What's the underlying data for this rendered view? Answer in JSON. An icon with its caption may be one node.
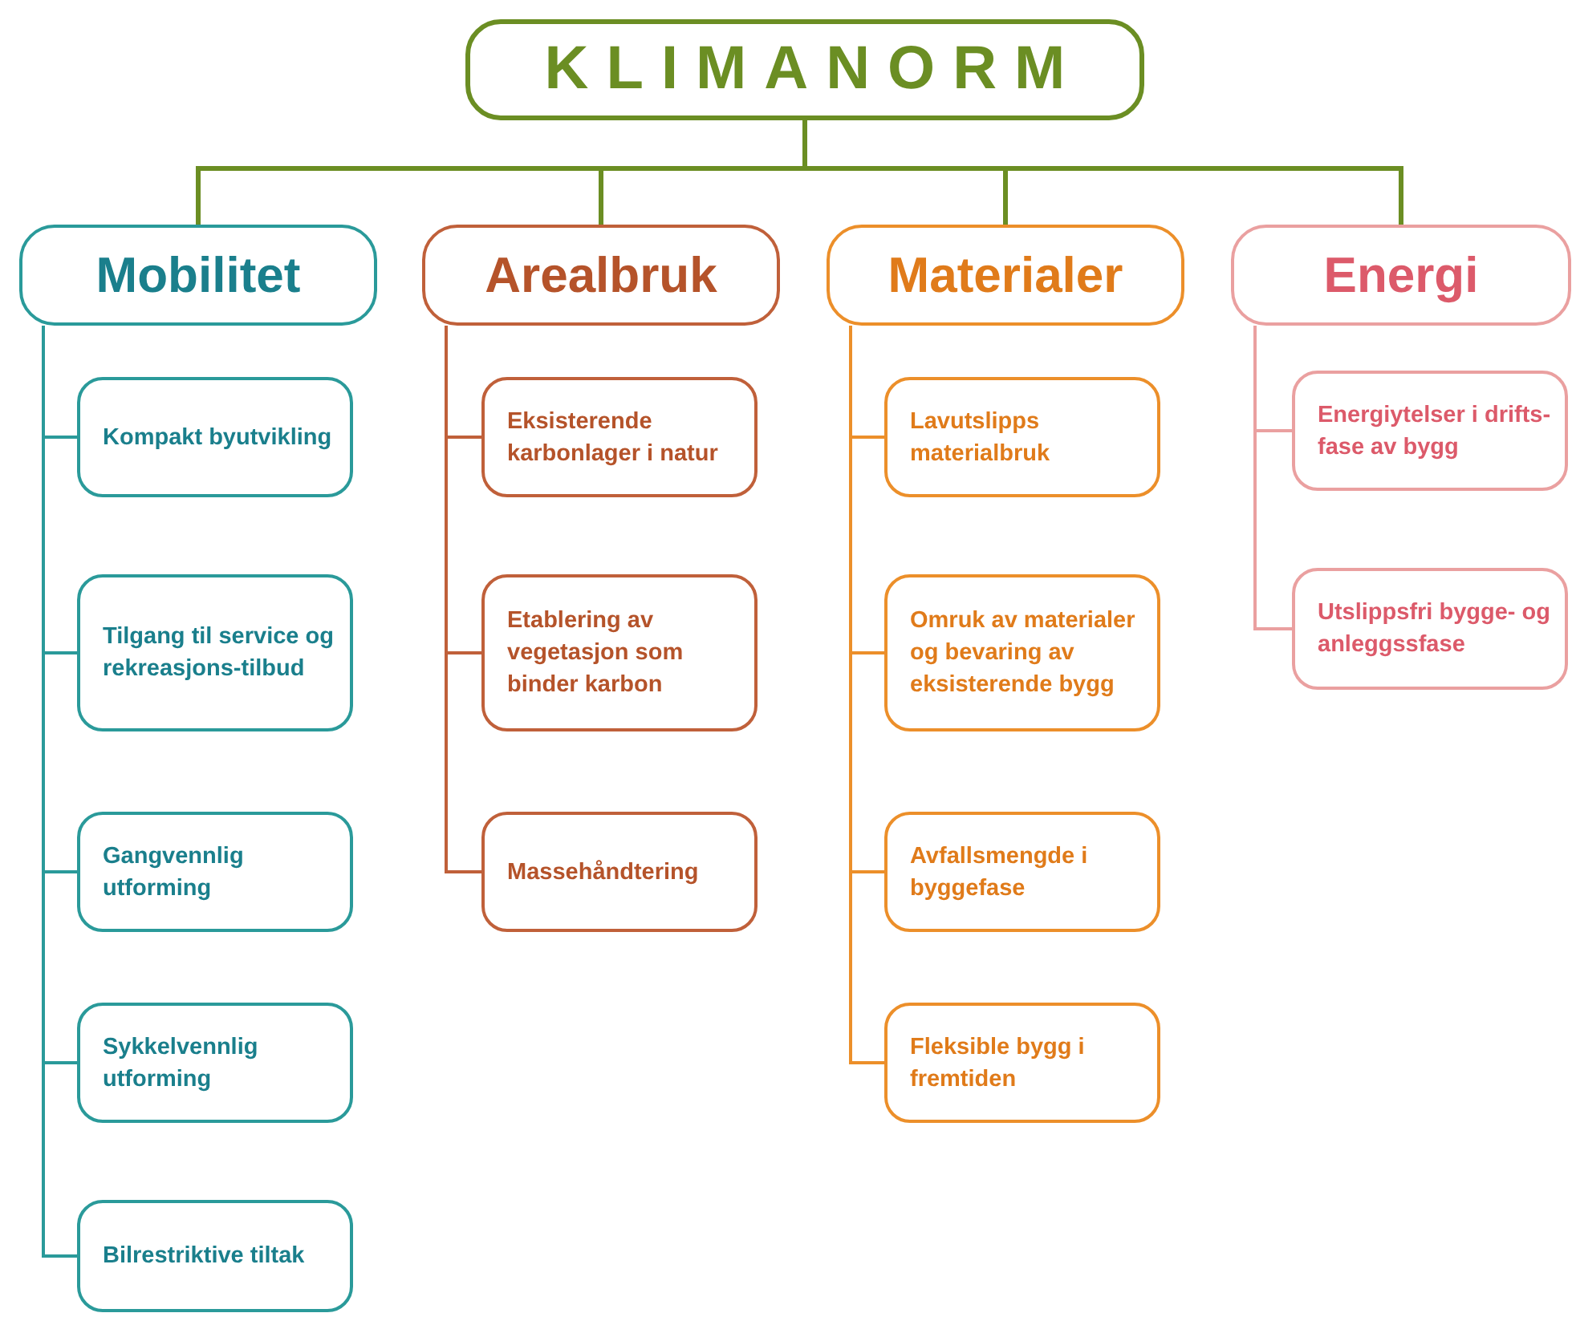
{
  "diagram": {
    "nodes": [
      {
        "text": [
          "KLIMANORM"
        ]
      },
      {
        "text": [
          "Mobilitet"
        ]
      },
      {
        "text": [
          "Kompakt byutvikling"
        ]
      },
      {
        "text": [
          "Tilgang til service og rekreasjons-tilbud"
        ]
      },
      {
        "text": [
          "Gangvennlig utforming"
        ]
      },
      {
        "text": [
          "Sykkelvennlig utforming"
        ]
      },
      {
        "text": [
          "Bilrestriktive tiltak"
        ]
      },
      {
        "text": [
          "Arealbruk"
        ]
      },
      {
        "text": [
          "Eksisterende karbonlager i natur"
        ]
      },
      {
        "text": [
          "Etablering av vegetasjon som binder karbon"
        ]
      },
      {
        "text": [
          "Massehåndtering"
        ]
      },
      {
        "text": [
          "Materialer"
        ]
      },
      {
        "text": [
          "Lavutslipps materialbruk"
        ]
      },
      {
        "text": [
          "Omruk av materialer og bevaring av eksisterende bygg"
        ]
      },
      {
        "text": [
          "Avfallsmengde i byggefase"
        ]
      },
      {
        "text": [
          "Fleksible bygg i fremtiden"
        ]
      },
      {
        "text": [
          "Energi"
        ]
      },
      {
        "text": [
          "Energiytelser i drifts-fase av bygg"
        ]
      },
      {
        "text": [
          "Utslippsfri bygge- og anleggssfase"
        ]
      }
    ],
    "edges": [
      {
        "from": 0,
        "to": 1,
        "arrow": "none",
        "color": "#6b8e23"
      },
      {
        "from": 0,
        "to": 7,
        "arrow": "none",
        "color": "#6b8e23"
      },
      {
        "from": 0,
        "to": 11,
        "arrow": "none",
        "color": "#6b8e23"
      },
      {
        "from": 0,
        "to": 16,
        "arrow": "none",
        "color": "#6b8e23"
      },
      {
        "from": 1,
        "to": 2,
        "arrow": "none",
        "color": "#2a9a9a"
      },
      {
        "from": 1,
        "to": 3,
        "arrow": "none",
        "color": "#2a9a9a"
      },
      {
        "from": 1,
        "to": 4,
        "arrow": "none",
        "color": "#2a9a9a"
      },
      {
        "from": 1,
        "to": 5,
        "arrow": "none",
        "color": "#2a9a9a"
      },
      {
        "from": 1,
        "to": 6,
        "arrow": "none",
        "color": "#2a9a9a"
      },
      {
        "from": 7,
        "to": 8,
        "arrow": "none",
        "color": "#c0603a"
      },
      {
        "from": 7,
        "to": 9,
        "arrow": "none",
        "color": "#c0603a"
      },
      {
        "from": 7,
        "to": 10,
        "arrow": "none",
        "color": "#c0603a"
      },
      {
        "from": 11,
        "to": 12,
        "arrow": "none",
        "color": "#ec8f2a"
      },
      {
        "from": 11,
        "to": 13,
        "arrow": "none",
        "color": "#ec8f2a"
      },
      {
        "from": 11,
        "to": 14,
        "arrow": "none",
        "color": "#ec8f2a"
      },
      {
        "from": 11,
        "to": 15,
        "arrow": "none",
        "color": "#ec8f2a"
      },
      {
        "from": 16,
        "to": 17,
        "arrow": "none",
        "color": "#eaa0a0"
      },
      {
        "from": 16,
        "to": 18,
        "arrow": "none",
        "color": "#eaa0a0"
      }
    ]
  }
}
